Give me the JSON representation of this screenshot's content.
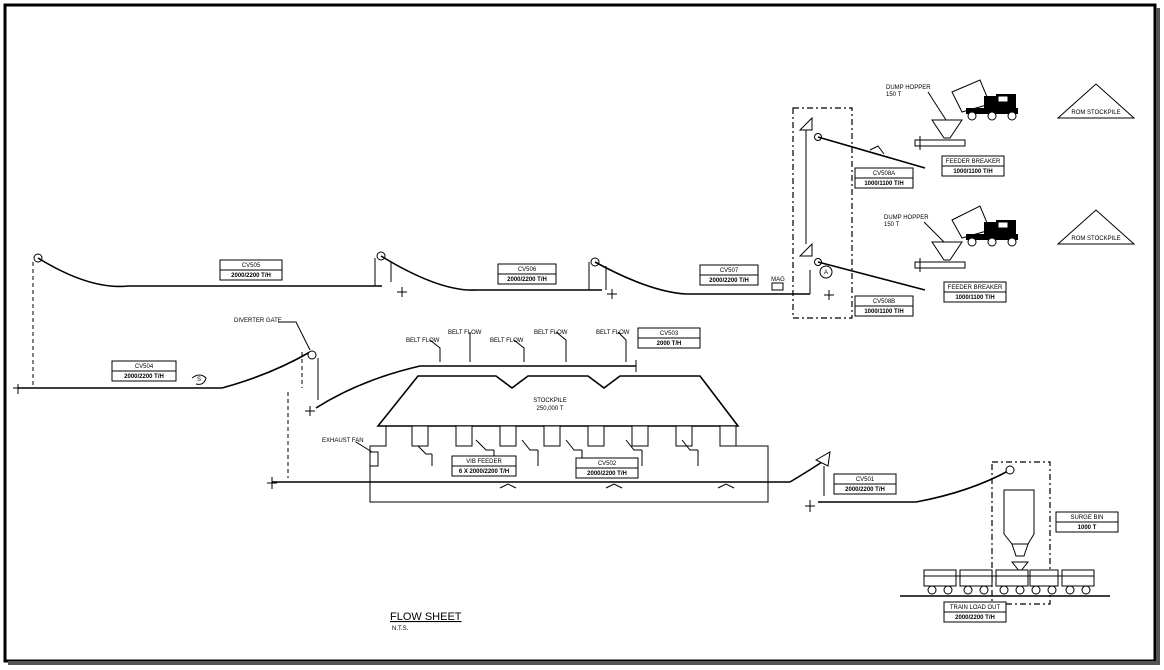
{
  "drawing": {
    "title": "FLOW SHEET",
    "subtitle": "N.T.S."
  },
  "conveyors": {
    "cv504": {
      "name": "CV504",
      "rate": "2000/2200 T/H"
    },
    "cv505": {
      "name": "CV505",
      "rate": "2000/2200 T/H"
    },
    "cv506": {
      "name": "CV506",
      "rate": "2000/2200 T/H"
    },
    "cv507": {
      "name": "CV507",
      "rate": "2000/2200 T/H"
    },
    "cv508a": {
      "name": "CV508A",
      "rate": "1000/1100 T/H"
    },
    "cv508b": {
      "name": "CV508B",
      "rate": "1000/1100 T/H"
    },
    "cv503": {
      "name": "CV503",
      "rate": "2000 T/H"
    },
    "cv502": {
      "name": "CV502",
      "rate": "2000/2200 T/H"
    },
    "cv501": {
      "name": "CV501",
      "rate": "2000/2200 T/H"
    }
  },
  "equipment": {
    "feeder_breaker_a": {
      "name": "FEEDER BREAKER",
      "rate": "1000/1100 T/H"
    },
    "feeder_breaker_b": {
      "name": "FEEDER BREAKER",
      "rate": "1000/1100 T/H"
    },
    "dump_hopper_a": {
      "name": "DUMP HOPPER",
      "cap": "150 T"
    },
    "dump_hopper_b": {
      "name": "DUMP HOPPER",
      "cap": "150 T"
    },
    "rom_stockpile_a": "ROM STOCKPILE",
    "rom_stockpile_b": "ROM STOCKPILE",
    "stockpile": {
      "name": "STOCKPILE",
      "cap": "250,000 T"
    },
    "vib_feeder": {
      "name": "VIB FEEDER",
      "rate": "6 X 2000/2200 T/H"
    },
    "surge_bin": {
      "name": "SURGE BIN",
      "cap": "1000 T"
    },
    "train_load_out": {
      "name": "TRAIN LOAD OUT",
      "rate": "2000/2200 T/H"
    },
    "diverter_gate": "DIVERTER GATE",
    "exhaust_fan": "EXHAUST FAN",
    "belt_flow": [
      "BELT FLOW",
      "BELT FLOW",
      "BELT FLOW",
      "BELT FLOW",
      "BELT FLOW"
    ],
    "mag": "MAG",
    "sampler_a": "A",
    "sampler_s": "S"
  }
}
